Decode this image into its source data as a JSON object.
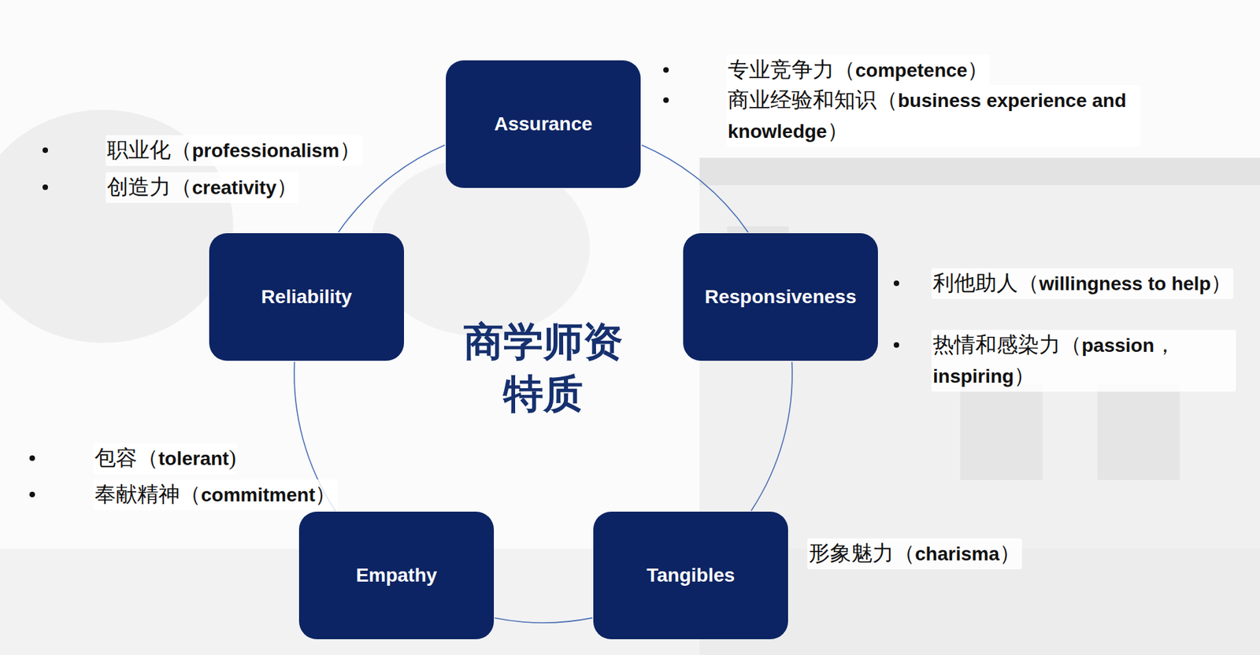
{
  "diagram": {
    "nodes": [
      {
        "text": [
          "Assurance"
        ]
      },
      {
        "text": [
          "Reliability"
        ]
      },
      {
        "text": [
          "Responsiveness"
        ]
      },
      {
        "text": [
          "Empathy"
        ]
      },
      {
        "text": [
          "Tangibles"
        ]
      }
    ],
    "edges": [
      {
        "from": 0,
        "to": 2,
        "arrow": "none"
      },
      {
        "from": 2,
        "to": 4,
        "arrow": "none"
      },
      {
        "from": 4,
        "to": 3,
        "arrow": "none"
      },
      {
        "from": 3,
        "to": 1,
        "arrow": "none"
      },
      {
        "from": 1,
        "to": 0,
        "arrow": "none"
      }
    ],
    "labels": [
      "专业竞争力（competence）",
      "商业经验和知识（business experience and knowledge）",
      "职业化（professionalism）",
      "创造力（creativity）",
      "利他助人（willingness to help）",
      "热情和感染力（passion，inspiring）",
      "商学师资 特质",
      "包容（tolerant)",
      "奉献精神（commitment）",
      "形象魅力（charisma）"
    ]
  }
}
